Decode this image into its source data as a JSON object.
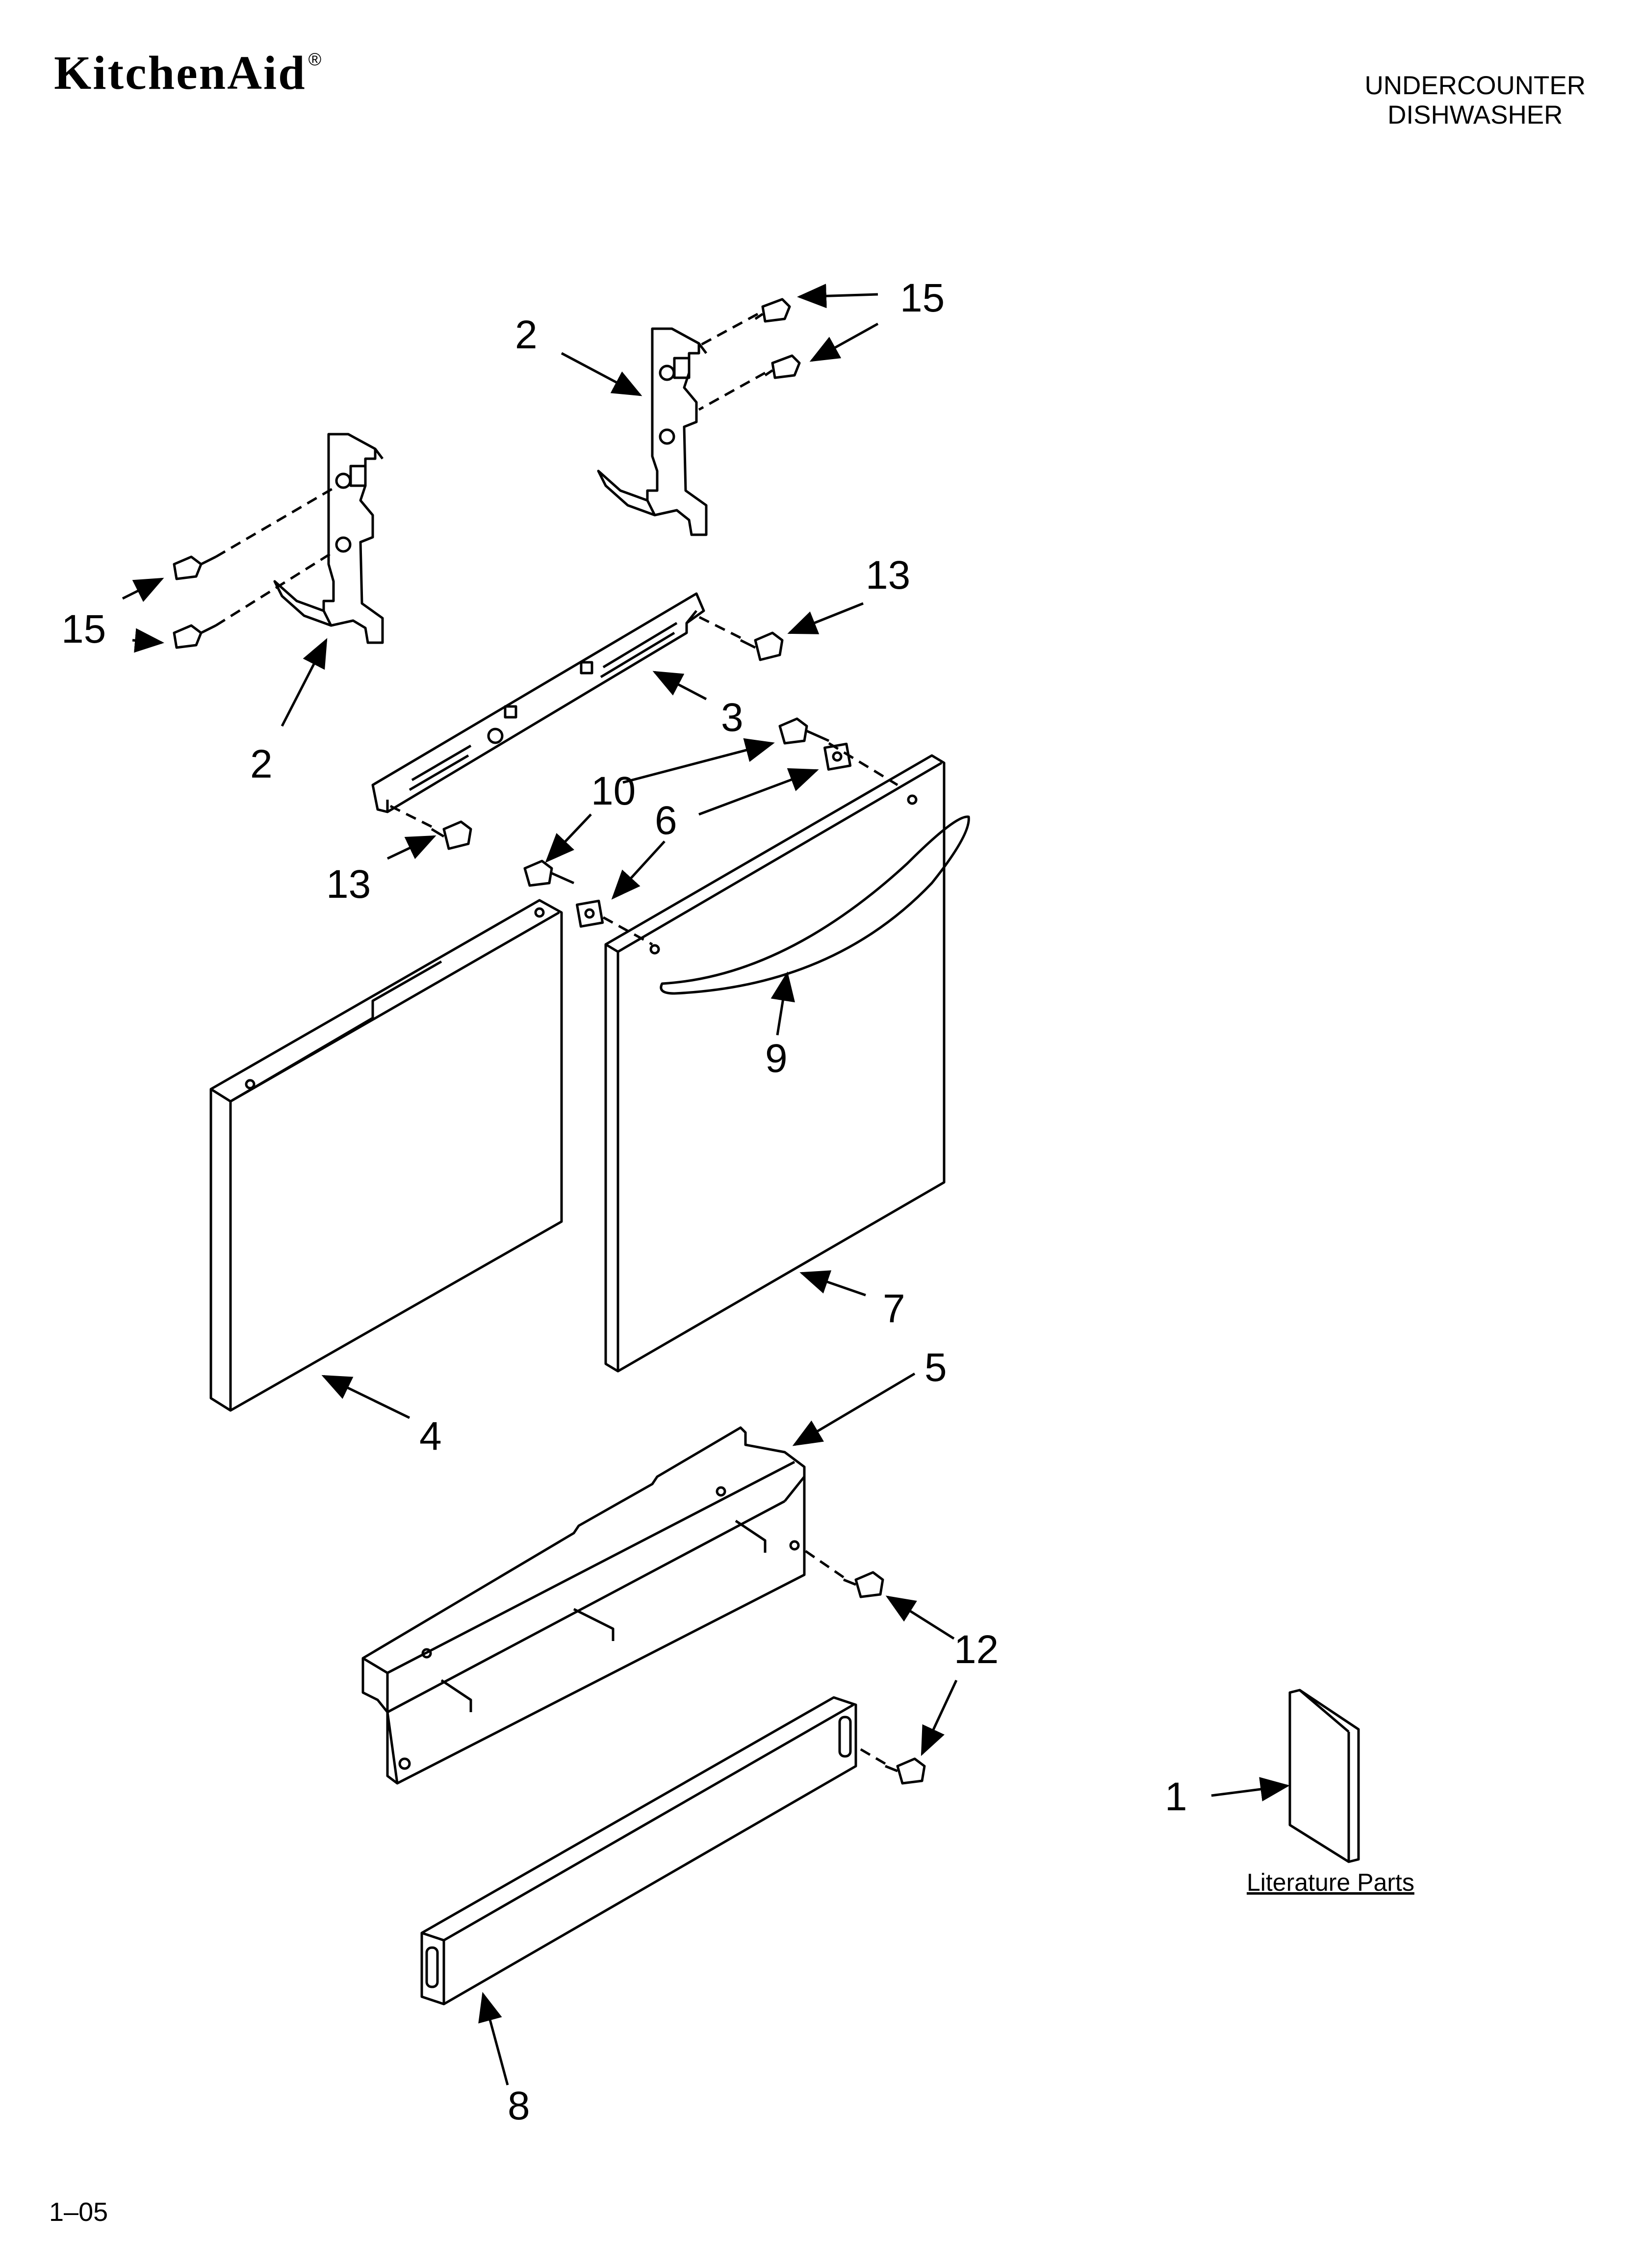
{
  "header": {
    "brand": "KitchenAid",
    "brand_mark": "®",
    "title_line1": "UNDERCOUNTER",
    "title_line2": "DISHWASHER"
  },
  "callouts": {
    "c15a": "15",
    "c2a": "2",
    "c15b": "15",
    "c2b": "2",
    "c13a": "13",
    "c3": "3",
    "c10": "10",
    "c6": "6",
    "c13b": "13",
    "c9": "9",
    "c7": "7",
    "c4": "4",
    "c5": "5",
    "c12": "12",
    "c1": "1",
    "c8": "8"
  },
  "literature_label": "Literature Parts",
  "footer": "1–05",
  "colors": {
    "line": "#000000",
    "background": "#ffffff"
  }
}
